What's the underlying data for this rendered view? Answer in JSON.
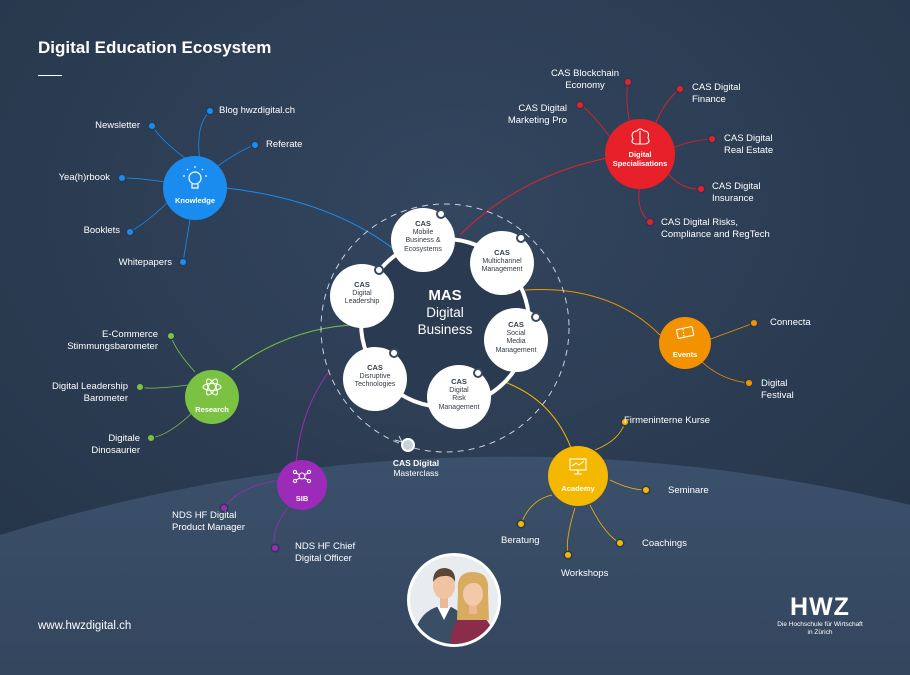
{
  "title": "Digital Education Ecosystem",
  "center": {
    "line1": "MAS",
    "line2": "Digital",
    "line3": "Business"
  },
  "masterclass": {
    "line1": "CAS Digital",
    "line2": "Masterclass"
  },
  "cas_modules": [
    {
      "prefix": "CAS",
      "lines": [
        "Mobile",
        "Business &",
        "Ecosystems"
      ]
    },
    {
      "prefix": "CAS",
      "lines": [
        "Multichannel",
        "Management"
      ]
    },
    {
      "prefix": "CAS",
      "lines": [
        "Social",
        "Media",
        "Management"
      ]
    },
    {
      "prefix": "CAS",
      "lines": [
        "Digital",
        "Risk",
        "Management"
      ]
    },
    {
      "prefix": "CAS",
      "lines": [
        "Disruptive",
        "Technologies"
      ]
    },
    {
      "prefix": "CAS",
      "lines": [
        "Digital",
        "Leadership"
      ]
    }
  ],
  "hubs": {
    "knowledge": {
      "label": "Knowledge",
      "color": "#1a8cf0",
      "items": [
        "Newsletter",
        "Blog hwzdigital.ch",
        "Referate",
        "Yea(h)rbook",
        "Booklets",
        "Whitepapers"
      ]
    },
    "research": {
      "label": "Research",
      "color": "#7cc242",
      "items": [
        "E-Commerce Stimmungsbarometer",
        "Digital Leadership Barometer",
        "Digitale Dinosaurier"
      ]
    },
    "sib": {
      "label": "SIB",
      "color": "#9b2bb8",
      "items": [
        "NDS HF Digital Product Manager",
        "NDS HF Chief Digital Officer"
      ]
    },
    "specialisations": {
      "label": "Digital Specialisations",
      "color": "#e8202a",
      "items": [
        "CAS Blockchain Economy",
        "CAS Digital Finance",
        "CAS Digital Marketing Pro",
        "CAS Digital Real Estate",
        "CAS Digital Insurance",
        "CAS Digital Risks, Compliance and RegTech"
      ]
    },
    "events": {
      "label": "Events",
      "color": "#f39200",
      "items": [
        "Connecta",
        "Digital Festival"
      ]
    },
    "academy": {
      "label": "Academy",
      "color": "#f5b800",
      "items": [
        "Firmeninterne Kurse",
        "Seminare",
        "Coachings",
        "Workshops",
        "Beratung"
      ]
    }
  },
  "footer": {
    "url": "www.hwzdigital.ch"
  },
  "logo": {
    "name": "HWZ",
    "subtitle_line1": "Die Hochschule für Wirtschaft",
    "subtitle_line2": "in Zürich"
  },
  "colors": {
    "background": "#2a3a50",
    "inner_dark": "#2a3a50",
    "lower_area": "#3a4e68"
  }
}
